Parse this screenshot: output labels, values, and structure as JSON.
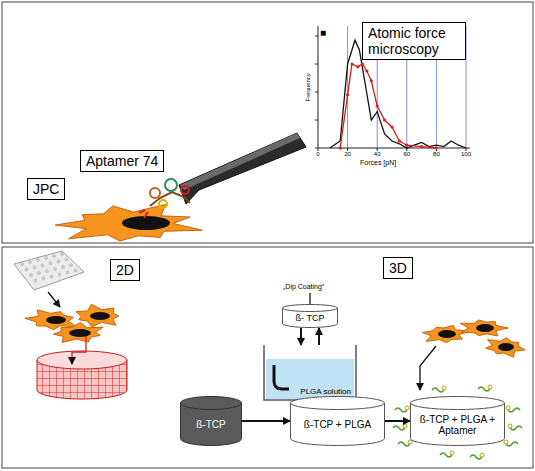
{
  "diagram": {
    "nodes": [
      {
        "text": [
          "Atomic force microscopy"
        ]
      },
      {
        "text": [
          "Aptamer 74"
        ]
      },
      {
        "text": [
          "JPC"
        ]
      },
      {
        "text": [
          "2D"
        ]
      },
      {
        "text": [
          "3D"
        ]
      },
      {
        "text": [
          "ß- TCP"
        ]
      },
      {
        "text": [
          "PLGA solution"
        ]
      },
      {
        "text": [
          "ß-TCP"
        ]
      },
      {
        "text": [
          "ß-TCP + PLGA"
        ]
      },
      {
        "text": [
          "ß-TCP + PLGA + Aptamer"
        ]
      }
    ],
    "edges": [
      {
        "from": 5,
        "to": 6,
        "arrow": "to"
      },
      {
        "from": 6,
        "to": 5,
        "arrow": "to"
      },
      {
        "from": 7,
        "to": 8,
        "arrow": "to"
      },
      {
        "from": 8,
        "to": 9,
        "arrow": "to"
      }
    ],
    "labels": [
      "■",
      "Frequency",
      "0",
      "20",
      "40",
      "60",
      "80",
      "100",
      "Forces [pN]",
      "„Dip Coating“"
    ]
  }
}
